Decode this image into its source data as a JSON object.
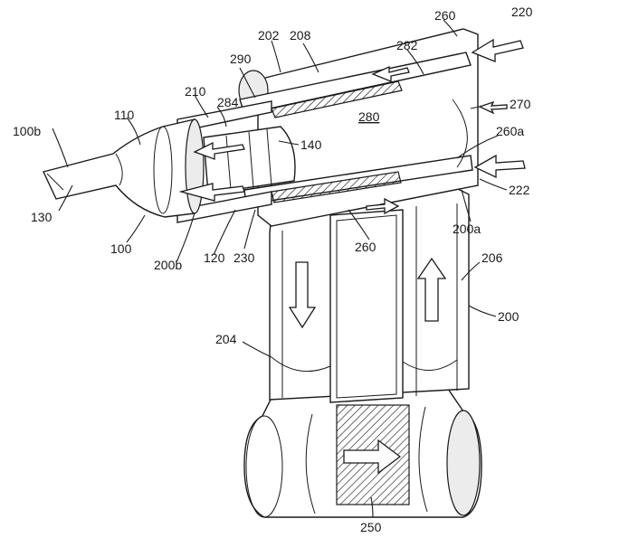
{
  "labels": {
    "l100b": "100b",
    "l110": "110",
    "l130": "130",
    "l100": "100",
    "l200b": "200b",
    "l120": "120",
    "l230": "230",
    "l210": "210",
    "l284": "284",
    "l290": "290",
    "l202": "202",
    "l208": "208",
    "l282": "282",
    "l260_top": "260",
    "l220": "220",
    "l270": "270",
    "l280": "280",
    "l140": "140",
    "l260a": "260a",
    "l222": "222",
    "l200a": "200a",
    "l260_mid": "260",
    "l206": "206",
    "l200": "200",
    "l204": "204",
    "l250": "250"
  },
  "colors": {
    "line": "#1a1a1a",
    "background": "#ffffff"
  }
}
